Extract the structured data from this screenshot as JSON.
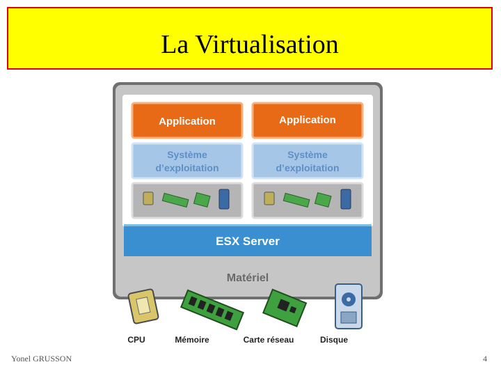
{
  "slide": {
    "title": "La Virtualisation",
    "author": "Yonel GRUSSON",
    "page_number": "4"
  },
  "diagram": {
    "vm_left": {
      "application": "Application",
      "os_line1": "Système",
      "os_line2": "d’exploitation"
    },
    "vm_right": {
      "application": "Application",
      "os_line1": "Système",
      "os_line2": "d’exploitation"
    },
    "hypervisor": "ESX Server",
    "hardware": "Matériel",
    "devices": [
      "CPU",
      "Mémoire",
      "Carte réseau",
      "Disque"
    ]
  },
  "colors": {
    "title_bg": "#ffff00",
    "title_border": "#e00000",
    "application": "#f07820",
    "os": "#a9c8ea",
    "hypervisor": "#3a8fd0",
    "hardware": "#c8c8c8"
  }
}
